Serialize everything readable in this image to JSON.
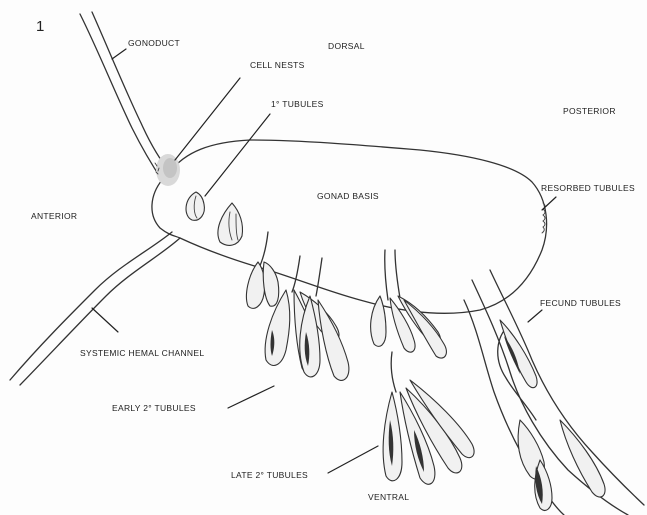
{
  "figure": {
    "number": "1",
    "labels": {
      "gonoduct": "GONODUCT",
      "dorsal": "DORSAL",
      "cell_nests": "CELL NESTS",
      "primary_tubules": "1° TUBULES",
      "posterior": "POSTERIOR",
      "gonad_basis": "GONAD BASIS",
      "resorbed_tubules": "RESORBED TUBULES",
      "anterior": "ANTERIOR",
      "fecund_tubules": "FECUND TUBULES",
      "systemic_hemal_channel": "SYSTEMIC HEMAL CHANNEL",
      "early_secondary_tubules": "EARLY 2° TUBULES",
      "late_secondary_tubules": "LATE 2° TUBULES",
      "ventral": "VENTRAL"
    }
  }
}
